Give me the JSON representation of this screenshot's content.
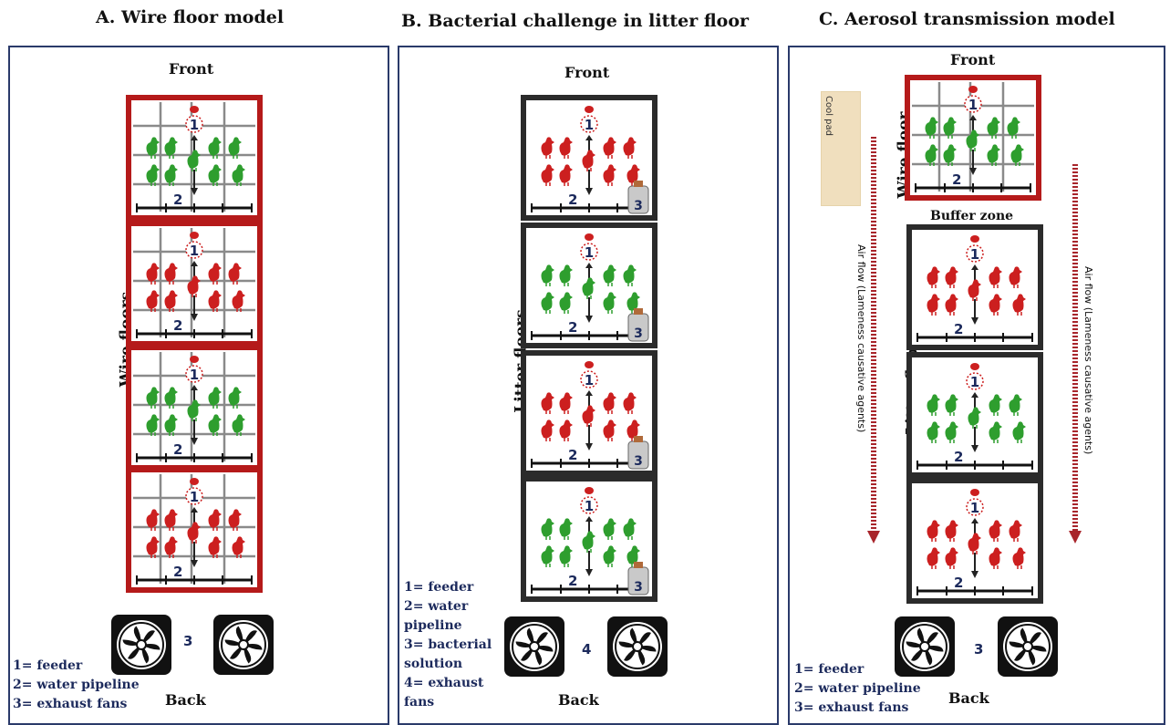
{
  "panels": [
    {
      "title": "A. Wire floor model",
      "front": "Front",
      "back": "Back",
      "side_label": "Wire floors",
      "fan_index": "3",
      "legend": [
        "1= feeder",
        "2= water pipeline",
        "3= exhaust fans"
      ],
      "pens": [
        {
          "floor": "wire",
          "birds": "green",
          "bottle": false
        },
        {
          "floor": "wire",
          "birds": "red",
          "bottle": false
        },
        {
          "floor": "wire",
          "birds": "green",
          "bottle": false
        },
        {
          "floor": "wire",
          "birds": "red",
          "bottle": false
        }
      ]
    },
    {
      "title": "B. Bacterial challenge in litter floor",
      "front": "Front",
      "back": "Back",
      "side_label": "Litter floors",
      "fan_index": "4",
      "legend": [
        "1= feeder",
        "2= water",
        "pipeline",
        "3= bacterial",
        "solution",
        "4= exhaust",
        "fans"
      ],
      "pens": [
        {
          "floor": "litter",
          "birds": "red",
          "bottle": true
        },
        {
          "floor": "litter",
          "birds": "green",
          "bottle": true
        },
        {
          "floor": "litter",
          "birds": "red",
          "bottle": true
        },
        {
          "floor": "litter",
          "birds": "green",
          "bottle": true
        }
      ]
    },
    {
      "title": "C. Aerosol transmission model",
      "front": "Front",
      "back": "Back",
      "side_label": "Litter floors",
      "top_label": "Wire floor",
      "buffer": "Buffer zone",
      "cool_pad": "Cool pad",
      "airflow_left": "Air flow (Lameness causative agents)",
      "airflow_right": "Air flow (Lameness causative agents)",
      "fan_index": "3",
      "legend": [
        "1= feeder",
        "2= water pipeline",
        "3= exhaust fans"
      ],
      "pens": [
        {
          "floor": "wire",
          "birds": "green",
          "bottle": false
        },
        {
          "floor": "litter",
          "birds": "red",
          "bottle": false
        },
        {
          "floor": "litter",
          "birds": "green",
          "bottle": false
        },
        {
          "floor": "litter",
          "birds": "red",
          "bottle": false
        }
      ]
    }
  ],
  "marker_feeder": "1",
  "marker_pipeline": "2",
  "marker_bottle": "3",
  "colors": {
    "wire_frame": "#b51a1a",
    "litter_frame": "#2b2b2b",
    "green_bird": "#2e9e2e",
    "red_bird": "#cc1f1f",
    "grid": "#8a8a8a",
    "airflow": "#a8252b"
  }
}
